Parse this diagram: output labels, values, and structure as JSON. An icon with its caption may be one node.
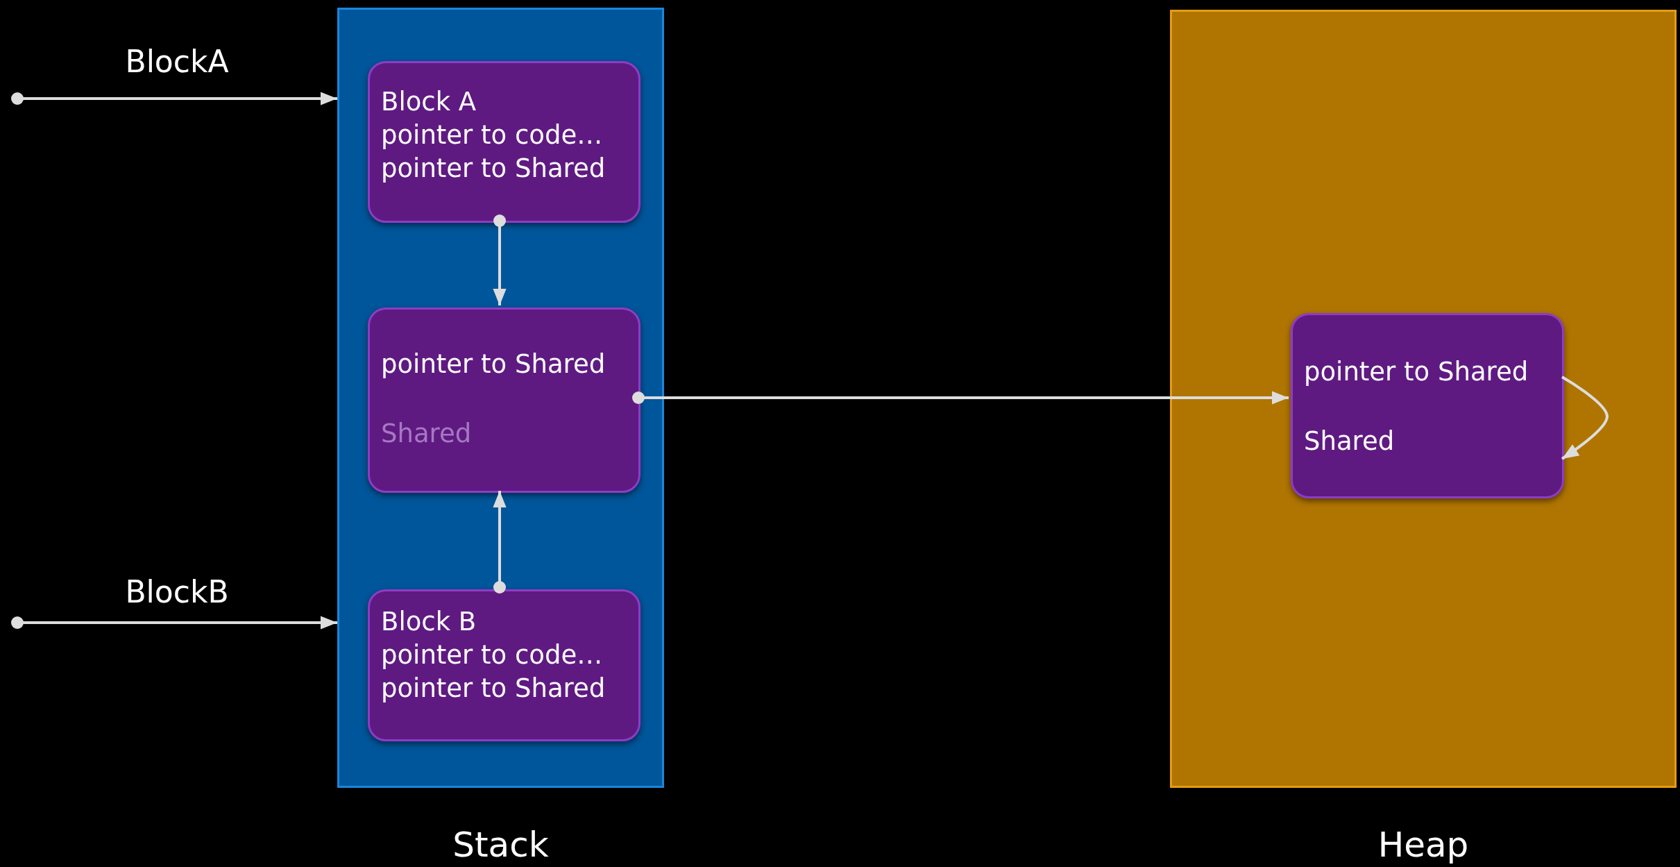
{
  "diagram": {
    "nodes": [
      {
        "text": [
          "Stack"
        ]
      },
      {
        "text": [
          "Block A",
          "pointer to code…",
          "pointer to Shared"
        ],
        "in": 0
      },
      {
        "text": [
          "pointer to Shared",
          "Shared"
        ],
        "in": 0
      },
      {
        "text": [
          "Block B",
          "pointer to code…",
          "pointer to Shared"
        ],
        "in": 0
      },
      {
        "text": [
          "Heap"
        ]
      },
      {
        "text": [
          "pointer to Shared",
          "Shared"
        ],
        "in": 4
      }
    ],
    "edges": [
      {
        "from": null,
        "to": 0,
        "arrow": "to",
        "label": "BlockA"
      },
      {
        "from": null,
        "to": 0,
        "arrow": "to",
        "label": "BlockB"
      },
      {
        "from": 1,
        "to": 2,
        "arrow": "to"
      },
      {
        "from": 3,
        "to": 2,
        "arrow": "to"
      },
      {
        "from": 2,
        "to": 5,
        "arrow": "to"
      },
      {
        "from": 5,
        "to": 5,
        "arrow": "to"
      }
    ]
  }
}
